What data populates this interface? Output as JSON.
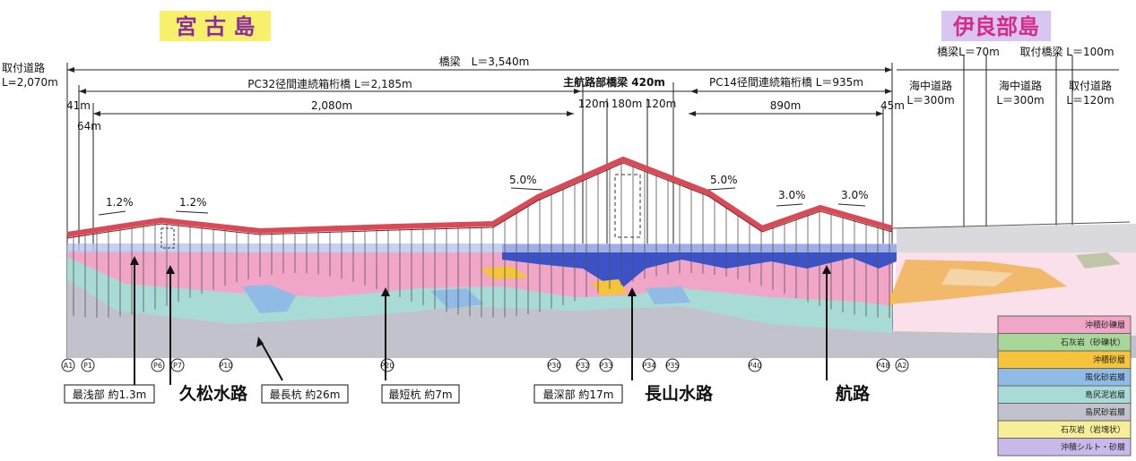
{
  "titles": {
    "left_island": "宮 古 島",
    "right_island": "伊良部島"
  },
  "colors": {
    "deck": "#d84a55",
    "sea": "#3c52c8",
    "sea_light": "#b8c6ef",
    "title_bg": "#f6f06a",
    "title_left_text": "#8a2ba0",
    "title_right_text": "#d52b8a",
    "right_title_bg": "#d8c5f2"
  },
  "dimensions": {
    "access_road_left": "取付道路",
    "access_road_left_len": "L=2,070m",
    "bridge_total": "橋梁　L＝3,540m",
    "pc32": "PC32径間連続箱桁橋 L＝2,185m",
    "main_span": "主航路部橋梁 420m",
    "pc14": "PC14径間連続箱桁橋 L＝935m",
    "span_41": "41m",
    "span_64": "64m",
    "span_2080": "2,080m",
    "span_120a": "120m",
    "span_180": "180m",
    "span_120b": "120m",
    "span_890": "890m",
    "span_45": "45m",
    "sea_road_1": "海中道路",
    "sea_road_1_len": "L＝300m",
    "sea_road_2": "海中道路",
    "sea_road_2_len": "L＝300m",
    "bridge_70": "橋梁L＝70m",
    "access_bridge": "取付橋梁 L＝100m",
    "access_road_right": "取付道路",
    "access_road_right_len": "L＝120m"
  },
  "grades": {
    "g1": "1.2%",
    "g2": "1.2%",
    "g3": "5.0%",
    "g4": "5.0%",
    "g5": "3.0%",
    "g6": "3.0%"
  },
  "piers": [
    "A1",
    "P1",
    "P6",
    "P7",
    "P10",
    "P20",
    "P30",
    "P32",
    "P33",
    "P34",
    "P35",
    "P40",
    "P48",
    "A2"
  ],
  "annotations": {
    "shallowest": "最浅部 約1.3m",
    "kumatsu": "久松水路",
    "longest_pile": "最長杭 約26m",
    "shortest_pile": "最短杭 約7m",
    "deepest": "最深部 約17m",
    "nagayama": "長山水路",
    "route": "航路"
  },
  "legend": [
    {
      "label": "沖積砂礫層",
      "color": "#f2a6c7"
    },
    {
      "label": "石灰岩（砂礫状）",
      "color": "#a9d79a"
    },
    {
      "label": "沖積砂層",
      "color": "#f5c43a"
    },
    {
      "label": "風化砂岩層",
      "color": "#8fbbe6"
    },
    {
      "label": "島尻泥岩層",
      "color": "#a8dbd6"
    },
    {
      "label": "島尻砂岩層",
      "color": "#c2c2cc"
    },
    {
      "label": "石灰岩（岩塊状）",
      "color": "#f6ef98"
    },
    {
      "label": "沖積シルト・砂層",
      "color": "#c9b9ea"
    }
  ]
}
